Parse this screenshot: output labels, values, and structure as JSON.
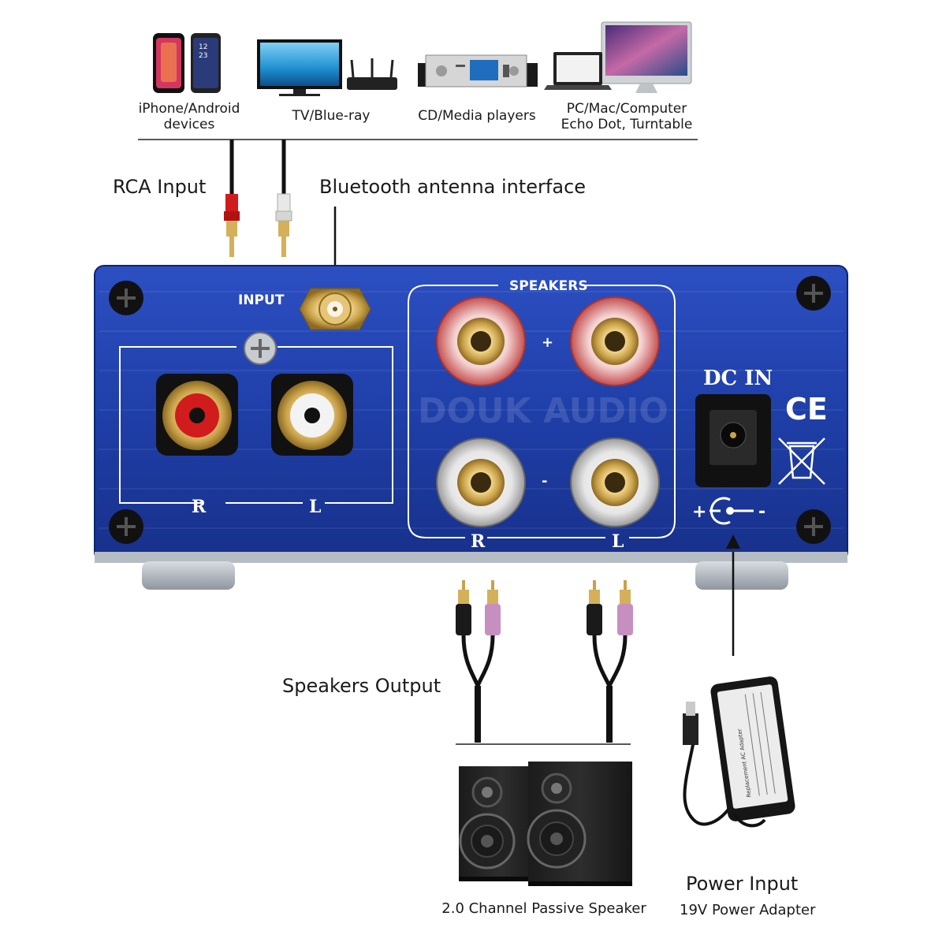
{
  "sources": [
    {
      "label": "iPhone/Android\ndevices",
      "icon": "phones-icon"
    },
    {
      "label": "TV/Blue-ray",
      "icon": "tv-router-icon"
    },
    {
      "label": "CD/Media players",
      "icon": "cd-player-icon"
    },
    {
      "label": "PC/Mac/Computer\nEcho Dot, Turntable",
      "icon": "computer-icon"
    }
  ],
  "callouts": {
    "rca_input": "RCA Input",
    "bluetooth": "Bluetooth antenna interface",
    "speakers_output": "Speakers Output",
    "power_input": "Power Input",
    "power_adapter": "19V Power Adapter",
    "speaker_caption": "2.0 Channel Passive Speaker"
  },
  "panel": {
    "input": "INPUT",
    "speakers": "SPEAKERS",
    "dc_in": "DC IN",
    "ce": "CE",
    "r": "R",
    "l": "L",
    "plus": "+",
    "minus": "-",
    "brand_watermark": "DOUK AUDIO",
    "polarity_plus": "+",
    "polarity_minus": "-"
  },
  "adapter_label": "Replacement AC Adapter",
  "colors": {
    "panel_blue": "#1f3fa8",
    "rca_red": "#d01c1c",
    "gold": "#c9a24a"
  }
}
